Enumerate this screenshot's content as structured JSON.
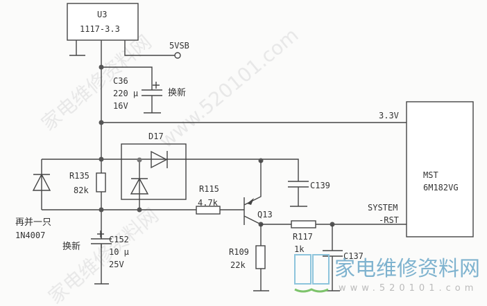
{
  "components": {
    "u3": {
      "ref": "U3",
      "value": "1117-3.3"
    },
    "input_label": "5VSB",
    "c36": {
      "ref": "C36",
      "value": "220 μ",
      "voltage": "16V",
      "note": "换新"
    },
    "rail_label": "3.3V",
    "d17": {
      "ref": "D17"
    },
    "r135": {
      "ref": "R135",
      "value": "82k"
    },
    "r115": {
      "ref": "R115",
      "value": "4.7k"
    },
    "c139": {
      "ref": "C139"
    },
    "q13": {
      "ref": "Q13"
    },
    "r117": {
      "ref": "R117",
      "value": "1k"
    },
    "c137": {
      "ref": "C137"
    },
    "r109": {
      "ref": "R109",
      "value": "22k"
    },
    "c152": {
      "ref": "C152",
      "value": "10 μ",
      "voltage": "25V",
      "note": "换新"
    },
    "extra_diode": {
      "note": "再并一只",
      "part": "1N4007"
    },
    "mst": {
      "line1": "MST",
      "line2": "6M182VG",
      "pin_line1": "SYSTEM",
      "pin_line2": "-RST"
    }
  },
  "watermark": {
    "site_name": "家电维修资料网",
    "url": "www.520101.com"
  }
}
